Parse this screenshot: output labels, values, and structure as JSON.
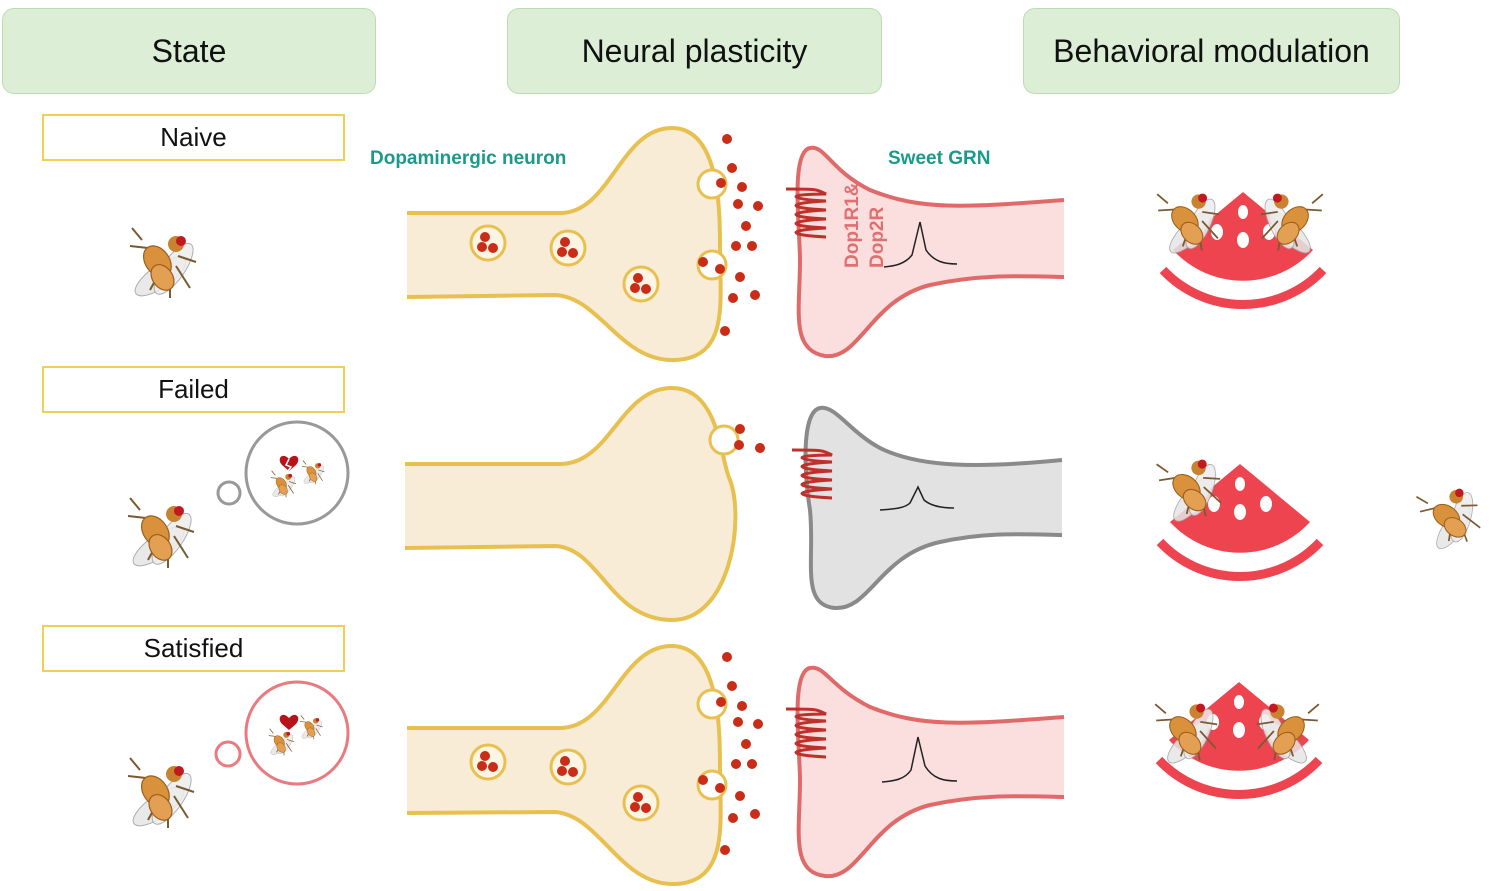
{
  "headers": {
    "state": "State",
    "plasticity": "Neural plasticity",
    "behavior": "Behavioral modulation"
  },
  "rows": [
    {
      "state": "Naive"
    },
    {
      "state": "Failed"
    },
    {
      "state": "Satisfied"
    }
  ],
  "labels": {
    "dopaminergic": "Dopaminergic neuron",
    "sweet_grn": "Sweet GRN",
    "receptor_line1": "Dop1R1&",
    "receptor_line2": "Dop2R"
  },
  "colors": {
    "header_fill": "#dcefd6",
    "state_border": "#f0cf52",
    "neuron_fill": "#f8ecd6",
    "neuron_stroke": "#e8c050",
    "grn_active_fill": "#fbdede",
    "grn_active_stroke": "#e06a6a",
    "grn_inactive_fill": "#e2e2e2",
    "grn_inactive_stroke": "#8a8a8a",
    "dopamine": "#c92d18",
    "watermelon": "#ee4450"
  }
}
